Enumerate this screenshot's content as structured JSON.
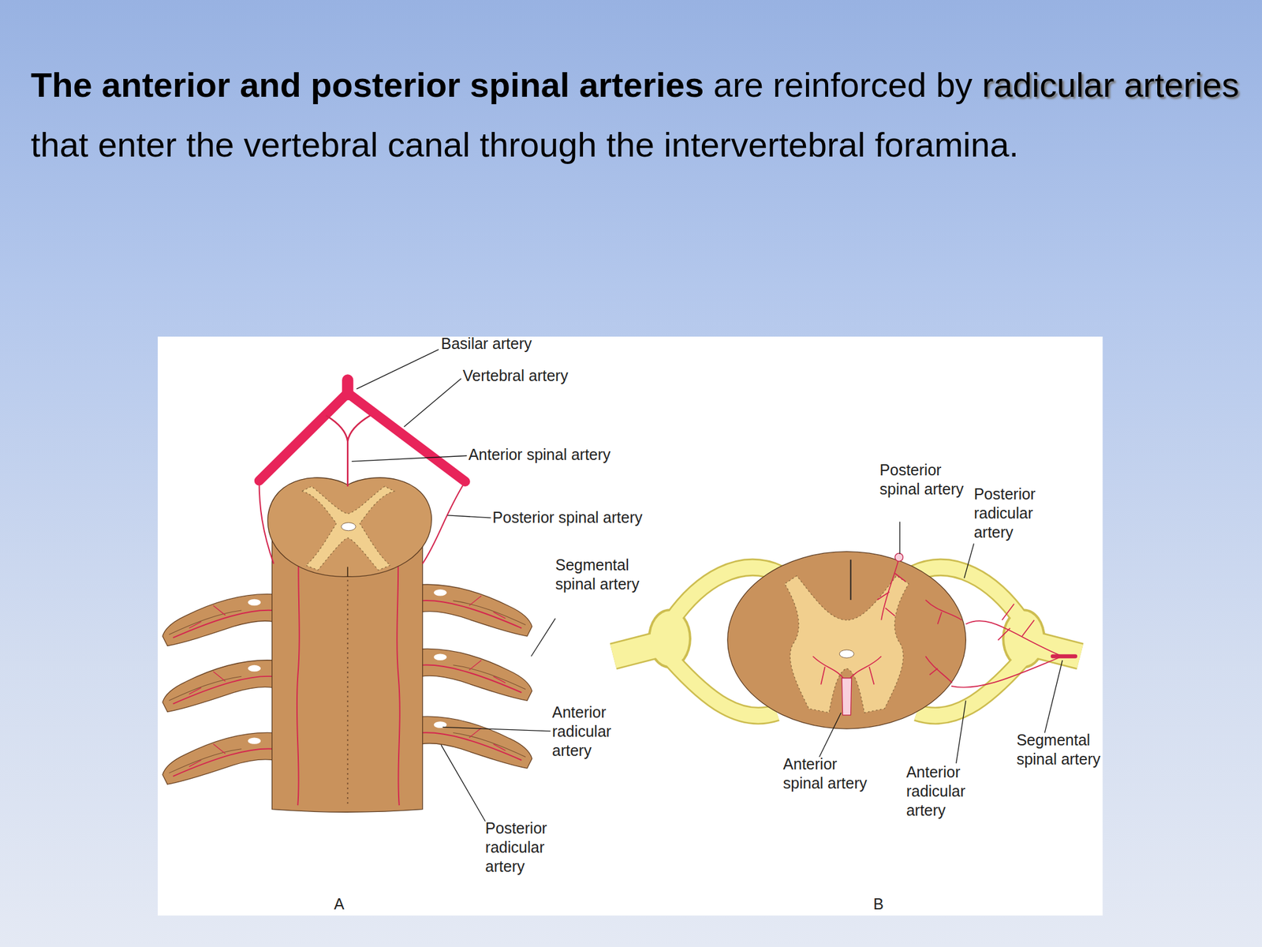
{
  "diagram": {
    "title": "The anterior and posterior spinal arteries are reinforced by radicular arteries that enter the vertebral canal through the intervertebral foramina.",
    "labels": [
      "Basilar artery",
      "Vertebral artery",
      "Anterior spinal artery",
      "Posterior spinal artery",
      "Segmental spinal artery",
      "Anterior radicular artery",
      "Posterior radicular artery",
      "A",
      "Posterior spinal artery",
      "Posterior radicular artery",
      "Segmental spinal artery",
      "Anterior spinal artery",
      "Anterior radicular artery",
      "B"
    ]
  }
}
